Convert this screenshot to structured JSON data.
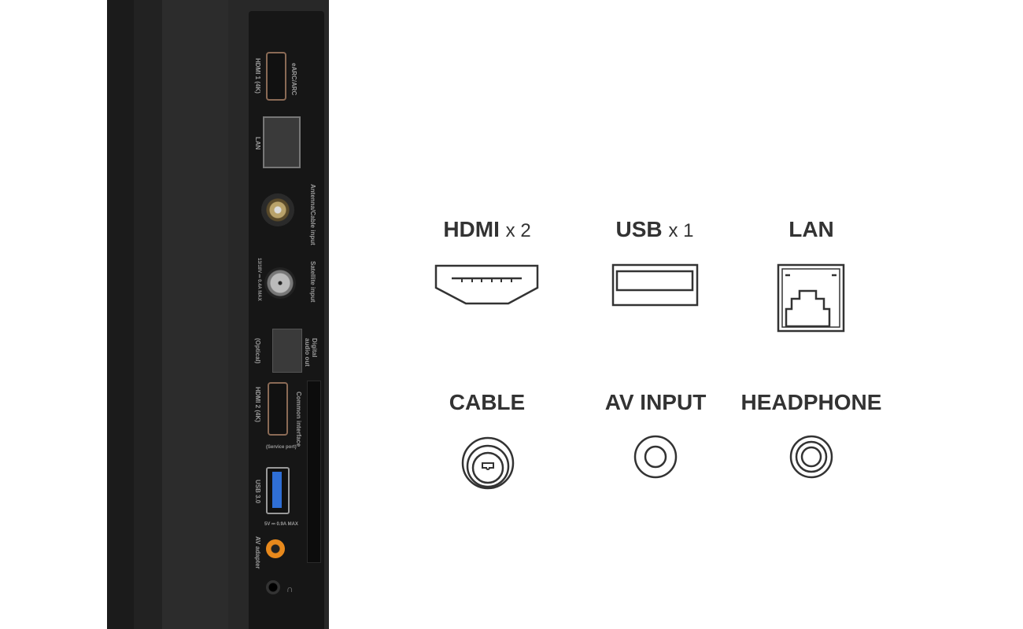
{
  "tv_panel_labels": {
    "hdmi1": "HDMI 1 (4K)",
    "earc": "eARC/ARC",
    "lan": "LAN",
    "antenna": "Antenna/Cable input",
    "satellite": "Satellite input",
    "satellite_power": "13/18V ⎓ 0.4A MAX",
    "digital_audio": "Digital audio out",
    "optical": "(Optical)",
    "hdmi2": "HDMI 2 (4K)",
    "common_interface": "Common interface",
    "service_port": "(Service port)",
    "usb": "USB 3.0",
    "usb_power": "5V ⎓ 0.9A MAX",
    "av_adapter": "AV adapter"
  },
  "specs": [
    {
      "name": "HDMI",
      "count": "x 2",
      "icon": "hdmi-icon"
    },
    {
      "name": "USB",
      "count": "x 1",
      "icon": "usb-icon"
    },
    {
      "name": "LAN",
      "count": "",
      "icon": "lan-icon"
    },
    {
      "name": "CABLE",
      "count": "",
      "icon": "coax-icon"
    },
    {
      "name": "AV INPUT",
      "count": "",
      "icon": "av-jack-icon"
    },
    {
      "name": "HEADPHONE",
      "count": "",
      "icon": "headphone-jack-icon"
    }
  ],
  "colors": {
    "text": "#333333",
    "usb_blue": "#2f6fd6",
    "av_orange": "#e8891c"
  }
}
